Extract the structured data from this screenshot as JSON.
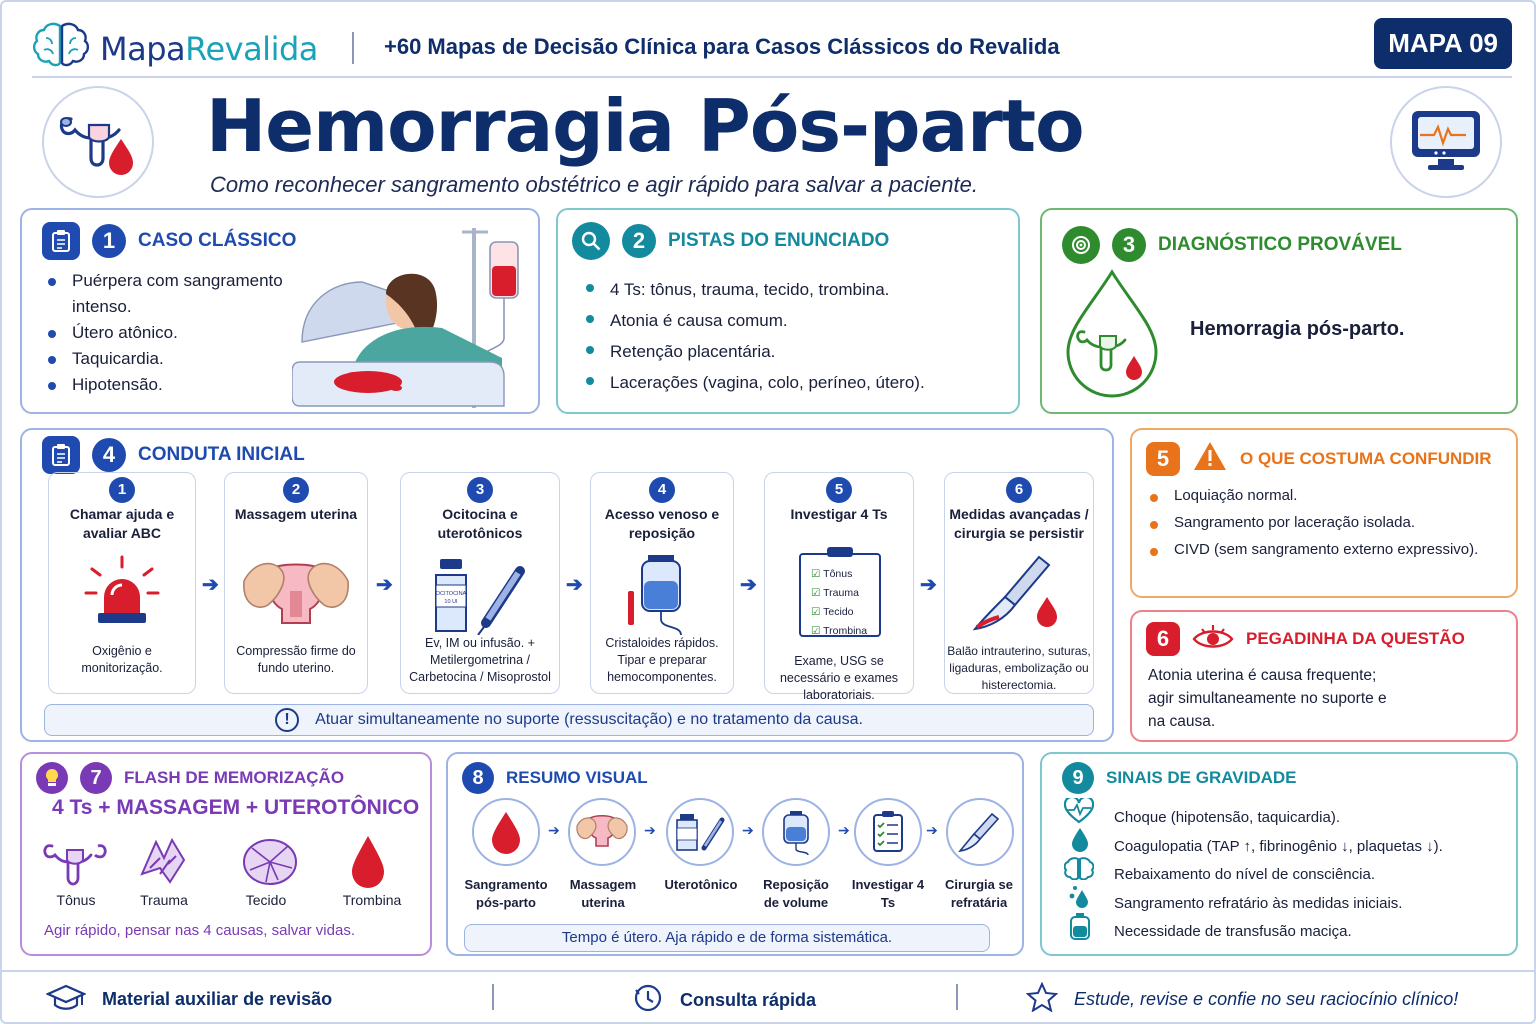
{
  "brand": {
    "name_a": "Mapa",
    "name_b": "Revalida",
    "tagline": "+60 Mapas de Decisão Clínica para Casos Clássicos do Revalida",
    "badge": "MAPA 09"
  },
  "title": "Hemorragia Pós-parto",
  "subtitle": "Como reconhecer sangramento obstétrico e agir rápido para salvar a paciente.",
  "s1": {
    "num": "1",
    "title": "CASO CLÁSSICO",
    "items": [
      "Puérpera com sangramento intenso.",
      "Útero atônico.",
      "Taquicardia.",
      "Hipotensão."
    ]
  },
  "s2": {
    "num": "2",
    "title": "PISTAS DO ENUNCIADO",
    "items": [
      "4 Ts:  tônus, trauma, tecido, trombina.",
      "Atonia é causa comum.",
      "Retenção placentária.",
      "Lacerações (vagina, colo, períneo, útero)."
    ]
  },
  "s3": {
    "num": "3",
    "title": "DIAGNÓSTICO PROVÁVEL",
    "text": "Hemorragia pós-parto."
  },
  "s4": {
    "num": "4",
    "title": "CONDUTA INICIAL",
    "steps": [
      {
        "n": "1",
        "title": "Chamar ajuda e avaliar ABC",
        "desc": "Oxigênio e monitorização."
      },
      {
        "n": "2",
        "title": "Massagem uterina",
        "desc": "Compressão firme do fundo uterino."
      },
      {
        "n": "3",
        "title": "Ocitocina e uterotônicos",
        "desc": "Ev, IM ou infusão. + Metilergometrina / Carbetocina / Misoprostol",
        "vial": "OCITOCINA 10 UI"
      },
      {
        "n": "4",
        "title": "Acesso venoso e reposição",
        "desc": "Cristaloides rápidos. Tipar e preparar hemocomponentes."
      },
      {
        "n": "5",
        "title": "Investigar 4 Ts",
        "desc": "Exame, USG se necessário e exames laboratoriais.",
        "checks": [
          "Tônus",
          "Trauma",
          "Tecido",
          "Trombina"
        ]
      },
      {
        "n": "6",
        "title": "Medidas avançadas / cirurgia se persistir",
        "desc": "Balão intrauterino, suturas, ligaduras, embolização ou histerectomia."
      }
    ],
    "note": "Atuar simultaneamente no suporte (ressuscitação) e no tratamento da causa."
  },
  "s5": {
    "num": "5",
    "title": "O QUE COSTUMA CONFUNDIR",
    "items": [
      "Loquiação normal.",
      "Sangramento por laceração isolada.",
      "CIVD (sem sangramento externo expressivo)."
    ]
  },
  "s6": {
    "num": "6",
    "title": "PEGADINHA DA QUESTÃO",
    "text": "Atonia uterina é causa frequente; agir simultaneamente no suporte e na causa."
  },
  "s7": {
    "num": "7",
    "title": "FLASH DE MEMORIZAÇÃO",
    "formula": "4 Ts + MASSAGEM + UTEROTÔNICO",
    "labels": [
      "Tônus",
      "Trauma",
      "Tecido",
      "Trombina"
    ],
    "footer": "Agir rápido, pensar nas 4 causas, salvar vidas."
  },
  "s8": {
    "num": "8",
    "title": "RESUMO VISUAL",
    "labels": [
      "Sangramento pós-parto",
      "Massagem uterina",
      "Uterotônico",
      "Reposição de volume",
      "Investigar 4 Ts",
      "Cirurgia se refratária"
    ],
    "note": "Tempo é útero. Aja rápido e de forma sistemática."
  },
  "s9": {
    "num": "9",
    "title": "SINAIS DE GRAVIDADE",
    "items": [
      "Choque (hipotensão, taquicardia).",
      "Coagulopatia (TAP ↑, fibrinogênio ↓, plaquetas ↓).",
      "Rebaixamento do nível de consciência.",
      "Sangramento refratário às medidas iniciais.",
      "Necessidade de transfusão maciça."
    ]
  },
  "footer": {
    "a": "Material auxiliar de revisão",
    "b": "Consulta rápida",
    "c": "Estude, revise e confie no seu raciocínio clínico!"
  },
  "colors": {
    "navy": "#0d2d6b",
    "blue": "#1f4bb0",
    "teal": "#138a9e",
    "green": "#2e8b2e",
    "orange": "#e8731a",
    "red": "#d81e2c",
    "purple": "#7a3ab5"
  }
}
